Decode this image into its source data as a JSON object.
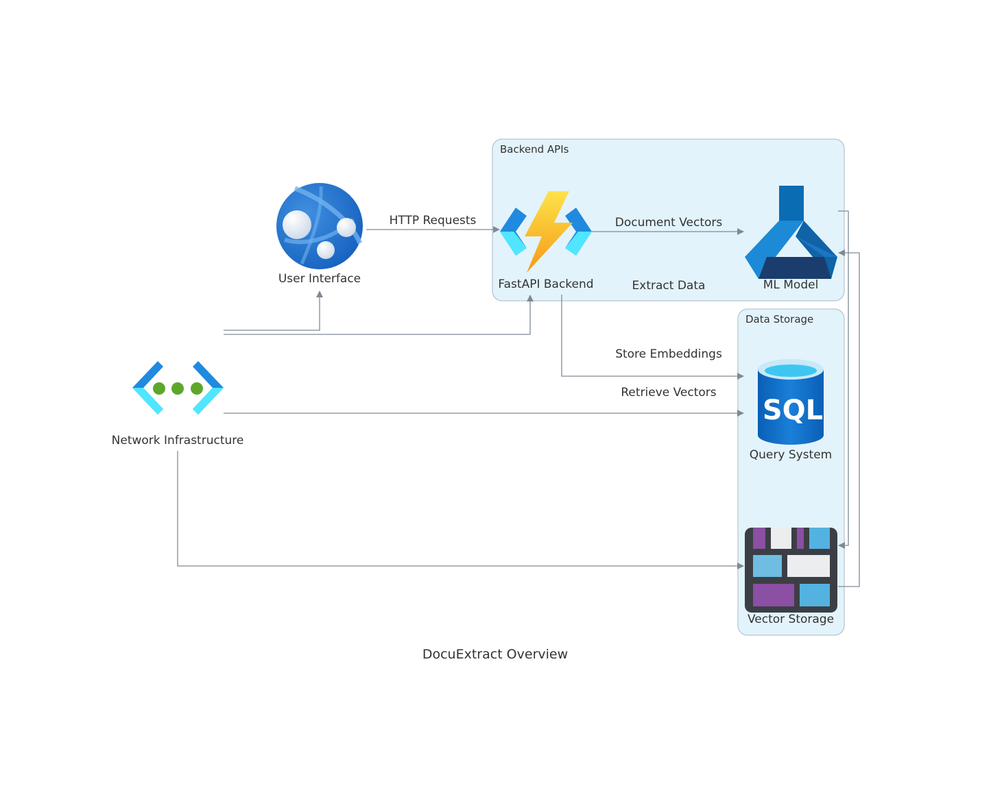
{
  "diagram": {
    "title": "DocuExtract Overview",
    "groups": {
      "backend_apis": "Backend APIs",
      "data_storage": "Data Storage"
    },
    "nodes": {
      "user_interface": "User Interface",
      "fastapi_backend": "FastAPI Backend",
      "ml_model": "ML Model",
      "network_infrastructure": "Network Infrastructure",
      "query_system": "Query System",
      "vector_storage": "Vector Storage"
    },
    "edges": {
      "http_requests": "HTTP Requests",
      "document_vectors": "Document Vectors",
      "extract_data": "Extract Data",
      "store_embeddings": "Store Embeddings",
      "retrieve_vectors": "Retrieve Vectors"
    },
    "icons": {
      "user_interface": "web-app-globe-icon",
      "fastapi_backend": "function-app-lightning-icon",
      "ml_model": "machine-learning-flask-icon",
      "network_infrastructure": "virtual-network-icon",
      "query_system": "sql-database-icon",
      "vector_storage": "storage-blocks-icon"
    },
    "colors": {
      "group_fill": "#e3f3fb",
      "group_border": "#a9b8c4",
      "edge": "#7f8a94"
    }
  }
}
